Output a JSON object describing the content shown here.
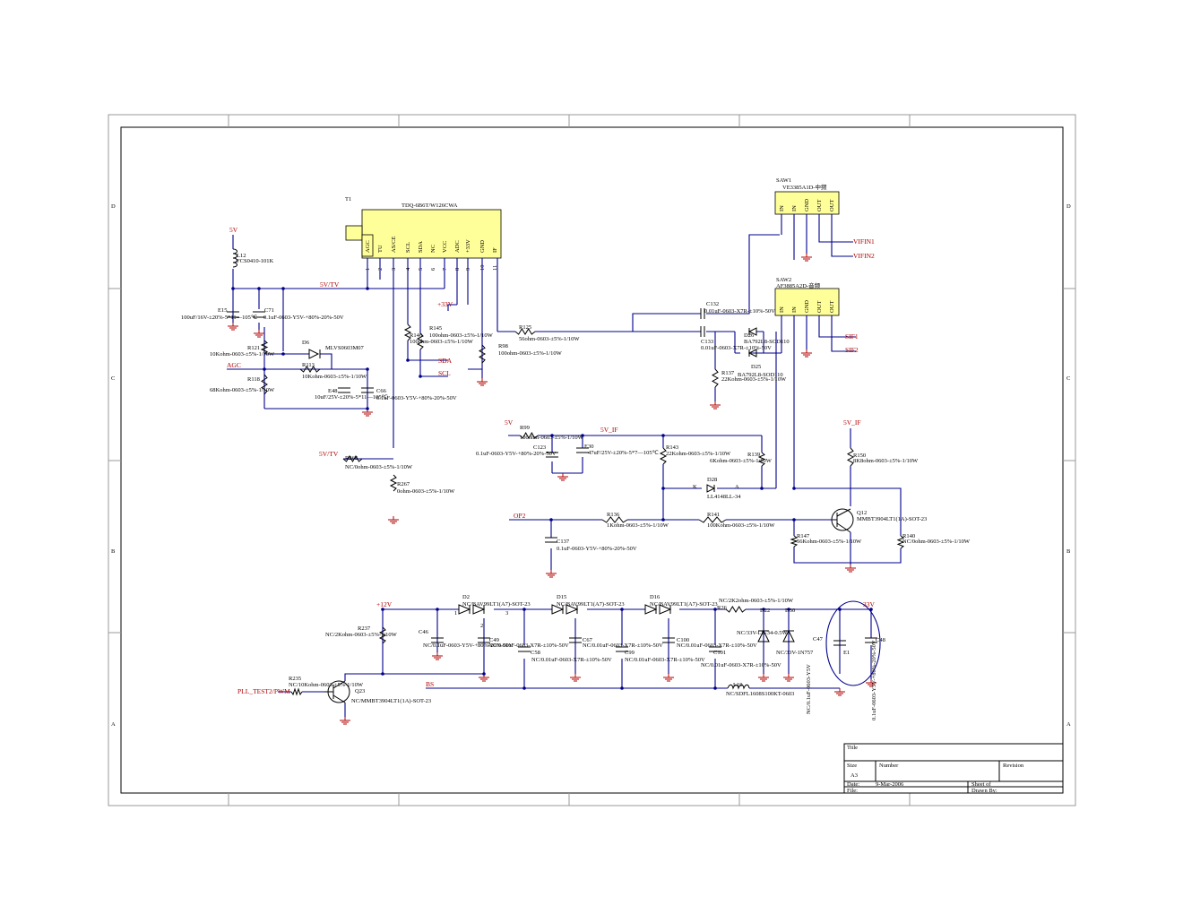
{
  "frame": {
    "zones_rows": [
      "D",
      "C",
      "B",
      "A"
    ]
  },
  "title_block": {
    "title_label": "Title",
    "size_label": "Size",
    "size_value": "A3",
    "number_label": "Number",
    "revision_label": "Revision",
    "date_label": "Date:",
    "date_value": "9-Mar-2006",
    "sheet_label": "Sheet    of",
    "file_label": "File:",
    "drawn_label": "Drawn By:"
  },
  "tuner": {
    "ref": "T1",
    "part": "TDQ-6B6T/W126CWA",
    "pins": [
      {
        "name": "AGC",
        "num": "1"
      },
      {
        "name": "TU",
        "num": "2"
      },
      {
        "name": "AS/CE",
        "num": "3"
      },
      {
        "name": "SCL",
        "num": "4"
      },
      {
        "name": "SDA",
        "num": "5"
      },
      {
        "name": "NC",
        "num": "6"
      },
      {
        "name": "VCC",
        "num": "7"
      },
      {
        "name": "ADC",
        "num": "8"
      },
      {
        "name": "+33V",
        "num": "9"
      },
      {
        "name": "GND",
        "num": "10"
      },
      {
        "name": "IF",
        "num": "11"
      }
    ]
  },
  "saw1": {
    "ref": "SAW1",
    "part": "VE3385A1D-中频",
    "pins": [
      "IN",
      "IN",
      "GND",
      "OUT",
      "OUT"
    ]
  },
  "saw2": {
    "ref": "SAW2",
    "part": "AF3885A2D-音频",
    "pins": [
      "IN",
      "IN",
      "GND",
      "OUT",
      "OUT"
    ]
  },
  "nets": {
    "v5": "5V",
    "v5tv": "5V/TV",
    "v5tv2": "5V/TV",
    "v33": "+33V",
    "agc": "AGC",
    "sda": "SDA",
    "scl": "SCL",
    "vifin1": "VIFIN1",
    "vifin2": "VIFIN2",
    "sif1": "SIF1",
    "sif2": "SIF2",
    "v5b": "5V",
    "v5if": "5V_IF",
    "v5if2": "5V_IF",
    "op2": "OP2",
    "v12": "+12V",
    "v33b": "33V",
    "bs": "BS",
    "pll": "PLL_TEST2/PWM"
  },
  "components": {
    "l12_ref": "L12",
    "l12_val": "FCS0410-101K",
    "e15_ref": "E15",
    "e15_val": "100uF/16V-±20%-5*11—105℃",
    "c71_ref": "C71",
    "c71_val": "0.1uF-0603-Y5V-+80%-20%-50V",
    "r121_ref": "R121",
    "r121_val": "10Kohm-0603-±5%-1/10W",
    "r118_ref": "R118",
    "r118_val": "68Kohm-0603-±5%-1/10W",
    "d6_ref": "D6",
    "d6_val": "MLVS0603M07",
    "r113_ref": "R113",
    "r113_val": "10Kohm-0603-±5%-1/10W",
    "e48_ref": "E48",
    "e48_val": "10uF/25V-±20%-5*11—105℃",
    "c66_ref": "C66",
    "c66_val": "0.1uF-0603-Y5V-+80%-20%-50V",
    "r145_ref": "R145",
    "r145_val": "100ohm-0603-±5%-1/10W",
    "r146_ref": "R146",
    "r146_val": "100ohm-0603-±5%-1/10W",
    "r98_ref": "R98",
    "r98_val": "100ohm-0603-±5%-1/10W",
    "r125_ref": "R125",
    "r125_val": "56ohm-0603-±5%-1/10W",
    "c132_ref": "C132",
    "c132_val": "0.01uF-0603-X7R-±10%-50V",
    "c133_ref": "C133",
    "c133_val": "0.01uF-0603-X7R-±10%-50V",
    "d26_ref": "D26",
    "d26_val": "BA792L8-SOD110",
    "d25_ref": "D25",
    "d25_val": "BA792L8-SOD110",
    "r137_ref": "R137",
    "r137_val": "22Kohm-0603-±5%-1/10W",
    "r268_ref": "R268",
    "r268_val": "NC/0ohm-0603-±5%-1/10W",
    "r267_ref": "R267",
    "r267_val": "0ohm-0603-±5%-1/10W",
    "r99_ref": "R99",
    "r99_val": "100ohm-0603-±5%-1/10W",
    "c123_ref": "C123",
    "c123_val": "0.1uF-0603-Y5V-+80%-20%-50V",
    "e30_ref": "E30",
    "e30_val": "47uF/25V-±20%-5*7—105℃",
    "r143_ref": "R143",
    "r143_val": "22Kohm-0603-±5%-1/10W",
    "r139_ref": "R139",
    "r139_val": "6Kohm-0603-±5%-1/10W",
    "d28_ref": "D28",
    "d28_val": "LL4148LL-34",
    "r150_ref": "R150",
    "r150_val": "8K8ohm-0603-±5%-1/10W",
    "r136_ref": "R136",
    "r136_val": "1Kohm-0603-±5%-1/10W",
    "r141_ref": "R141",
    "r141_val": "100Kohm-0603-±5%-1/10W",
    "q12_ref": "Q12",
    "q12_val": "MMBT3904LT1(1A)-SOT-23",
    "r147_ref": "R147",
    "r147_val": "56Kohm-0603-±5%-1/10W",
    "r140_ref": "R140",
    "r140_val": "NC/0ohm-0603-±5%-1/10W",
    "c137_ref": "C137",
    "c137_val": "0.1uF-0603-Y5V-+80%-20%-50V",
    "r237_ref": "R237",
    "r237_val": "NC/2Kohm-0603-±5%-1/10W",
    "r235_ref": "R235",
    "r235_val": "NC/10Kohm-0603-±5%-1/10W",
    "q23_ref": "Q23",
    "q23_val": "NC/MMBT3904LT1(1A)-SOT-23",
    "c46_ref": "C46",
    "c46_val": "NC/0.1uF-0603-Y5V-+80%-20%-50V",
    "c49_ref": "C49",
    "c49_val": "NC/0.01uF-0603-X7R-±10%-50V",
    "d2_ref": "D2",
    "d2_val": "NC/BAV99LT1(A7)-SOT-23",
    "d15_ref": "D15",
    "d15_val": "NC/BAV99LT1(A7)-SOT-23",
    "d16_ref": "D16",
    "d16_val": "NC/BAV99LT1(A7)-SOT-23",
    "c58_ref": "C58",
    "c58_val": "NC/0.01uF-0603-X7R-±10%-50V",
    "c67_ref": "C67",
    "c67_val": "NC/0.01uF-0603-X7R-±10%-50V",
    "c99_ref": "C99",
    "c99_val": "NC/0.01uF-0603-X7R-±10%-50V",
    "c100_ref": "C100",
    "c100_val": "NC/0.01uF-0603-X7R-±10%-50V",
    "c101_ref": "C101",
    "c101_val": "NC/0.01uF-0603-X7R-±10%-50V",
    "r26_ref": "R26",
    "r26_val": "NC/2K2ohm-0603-±5%-1/10W",
    "d22_ref": "D22",
    "d22_val": "NC/33V-LL-34-0.5W",
    "d30_ref": "D30",
    "d30_val": "NC/33V-1N757",
    "c47_ref": "C47",
    "c47_val": "NC/0.1uF-0603-Y5V",
    "e1_ref": "E1",
    "c48_ref": "C48",
    "c48_val": "0.1uF-0603-Y5V-+80%-20%-50V",
    "l19_ref": "L19",
    "l19_val": "NC/SDFL1608S100KT-0603",
    "d2_pins": [
      "1",
      "3",
      "2"
    ]
  }
}
